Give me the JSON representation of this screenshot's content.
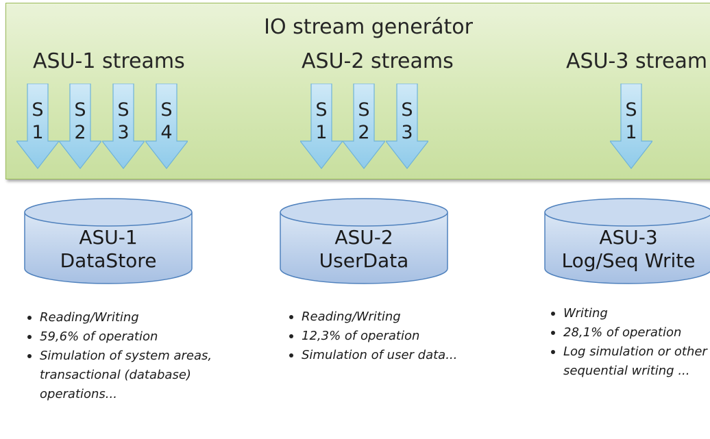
{
  "generator": {
    "title": "IO stream generátor",
    "groups": [
      {
        "label": "ASU-1 streams",
        "streams": [
          [
            "S",
            "1"
          ],
          [
            "S",
            "2"
          ],
          [
            "S",
            "3"
          ],
          [
            "S",
            "4"
          ]
        ]
      },
      {
        "label": "ASU-2 streams",
        "streams": [
          [
            "S",
            "1"
          ],
          [
            "S",
            "2"
          ],
          [
            "S",
            "3"
          ]
        ]
      },
      {
        "label": "ASU-3 stream",
        "streams": [
          [
            "S",
            "1"
          ]
        ]
      }
    ]
  },
  "stores": [
    {
      "line1": "ASU-1",
      "line2": "DataStore",
      "bullets": [
        "Reading/Writing",
        "59,6% of operation",
        "Simulation of system areas,",
        "transactional (database)",
        "operations..."
      ]
    },
    {
      "line1": "ASU-2",
      "line2": "UserData",
      "bullets": [
        "Reading/Writing",
        "12,3% of operation",
        "Simulation of user data..."
      ]
    },
    {
      "line1": "ASU-3",
      "line2": "Log/Seq Write",
      "bullets": [
        "Writing",
        "28,1% of operation",
        "Log simulation or other",
        "sequential writing ..."
      ]
    }
  ],
  "colors": {
    "generator_fill": "#d6e8b5",
    "arrow_fill": "#a9d8ef",
    "cylinder_fill": "#b9cfe9",
    "cylinder_stroke": "#4f81bd"
  }
}
